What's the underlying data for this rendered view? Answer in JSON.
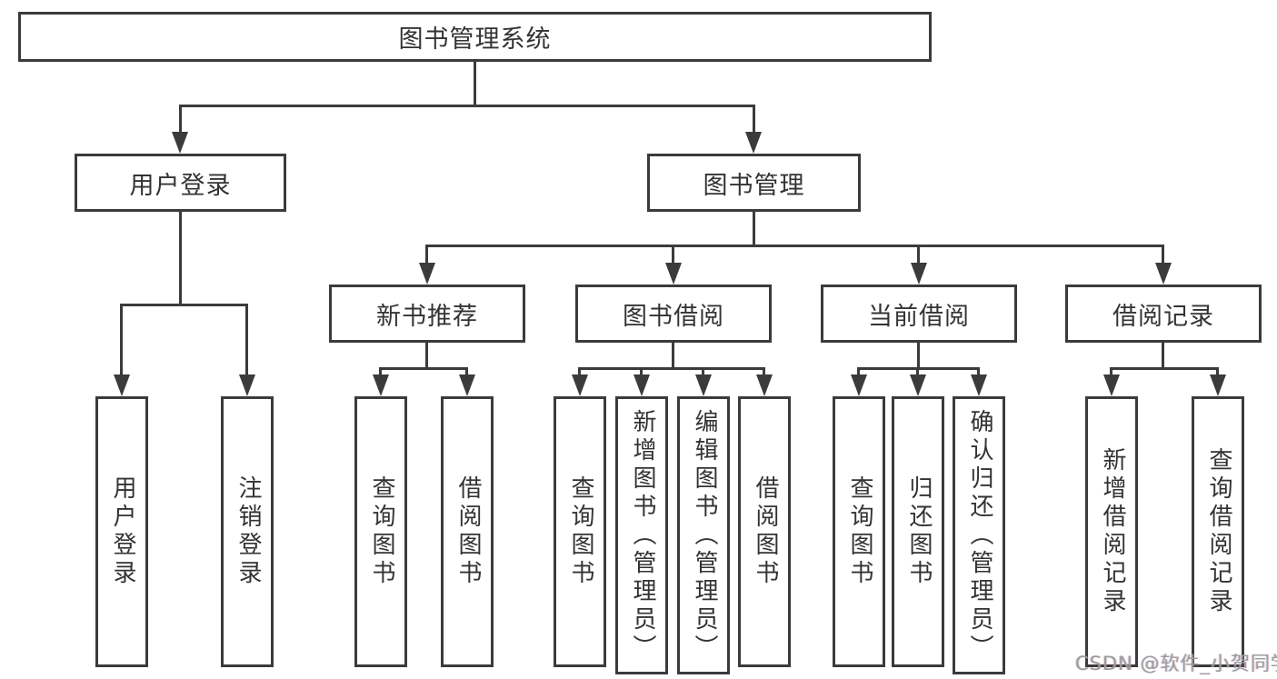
{
  "tree": {
    "label": "图书管理系统",
    "children": [
      {
        "label": "用户登录",
        "children": [
          {
            "label": "用户登录"
          },
          {
            "label": "注销登录"
          }
        ]
      },
      {
        "label": "图书管理",
        "children": [
          {
            "label": "新书推荐",
            "children": [
              {
                "label": "查询图书"
              },
              {
                "label": "借阅图书"
              }
            ]
          },
          {
            "label": "图书借阅",
            "children": [
              {
                "label": "查询图书"
              },
              {
                "label": "新增图书（管理员）"
              },
              {
                "label": "编辑图书（管理员）"
              },
              {
                "label": "借阅图书"
              }
            ]
          },
          {
            "label": "当前借阅",
            "children": [
              {
                "label": "查询图书"
              },
              {
                "label": "归还图书"
              },
              {
                "label": "确认归还（管理员）"
              }
            ]
          },
          {
            "label": "借阅记录",
            "children": [
              {
                "label": "新增借阅记录"
              },
              {
                "label": "查询借阅记录"
              }
            ]
          }
        ]
      }
    ]
  },
  "colors": {
    "line": "#3b3b3b",
    "text": "#333333",
    "watermark_gray": "#9d9d9d"
  },
  "watermark": {
    "text": "CSDN @软件_小贺同学"
  }
}
